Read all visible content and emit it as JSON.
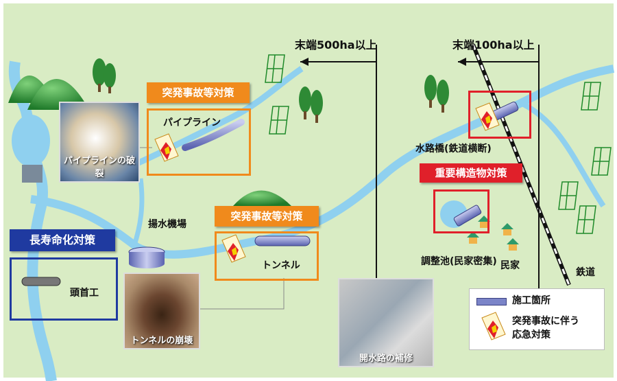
{
  "arrows": {
    "a500": "末端500ha以上",
    "a100": "末端100ha以上"
  },
  "measures": {
    "emergency_top": "突発事故等対策",
    "emergency_mid": "突発事故等対策",
    "important_struct": "重要構造物対策",
    "life_extension": "長寿命化対策"
  },
  "labels": {
    "pipeline": "パイプライン",
    "pump_station": "揚水機場",
    "tunnel": "トンネル",
    "headworks": "頭首工",
    "aqueduct": "水路橋(鉄道横断)",
    "reservoir": "調整池(民家密集)",
    "houses": "民家",
    "railway": "鉄道"
  },
  "photos": {
    "pipeline_burst": "パイプラインの破裂",
    "tunnel_collapse": "トンネルの崩壊",
    "canal_repair": "開水路の補修"
  },
  "legend": {
    "construction": "施工箇所",
    "emergency_line1": "突発事故に伴う",
    "emergency_line2": "応急対策"
  },
  "colors": {
    "background": "#d9ecc4",
    "water": "#8fd0ef",
    "orange": "#f08a1c",
    "red": "#e0202a",
    "navy": "#1f3aa0",
    "pipe": "#7b84c8"
  }
}
